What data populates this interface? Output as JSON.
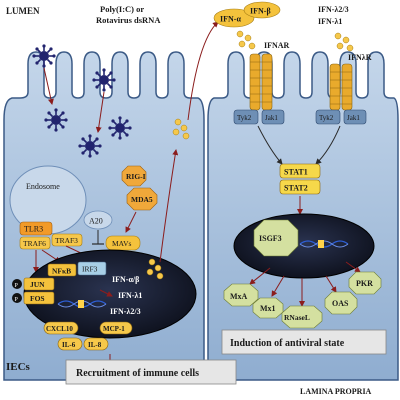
{
  "labels": {
    "lumen": "LUMEN",
    "lamina_propria": "LAMINA PROPRIA",
    "iecs": "IECs",
    "stimulus_line1": "Poly(I:C) or",
    "stimulus_line2": "Rotavirus dsRNA",
    "endosome": "Endosome",
    "tlr3": "TLR3",
    "traf3": "TRAF3",
    "traf6": "TRAF6",
    "nfkb": "NFκB",
    "irf3": "IRF3",
    "jun": "JUN",
    "fos": "FOS",
    "p1": "P",
    "p2": "P",
    "a20": "A20",
    "rig_i": "RIG-I",
    "mda5": "MDA5",
    "mavs": "MAVs",
    "ifn_ab": "IFN-α/β",
    "ifn_l1_nuc": "IFN-λ1",
    "ifn_l23_nuc": "IFN-λ2/3",
    "cxcl10": "CXCL10",
    "il6": "IL-6",
    "il8": "IL-8",
    "mcp1": "MCP-1",
    "ifn_alpha": "IFN-α",
    "ifn_beta": "IFN-β",
    "ifn_l23_ext": "IFN-λ2/3",
    "ifn_l1_ext": "IFN-λ1",
    "ifnar": "IFNAR",
    "ifnlr": "IFNλR",
    "tyk2_a": "Tyk2",
    "jak1_a": "Jak1",
    "tyk2_b": "Tyk2",
    "jak1_b": "Jak1",
    "stat1": "STAT1",
    "stat2": "STAT2",
    "isgf3": "ISGF3",
    "mxa": "MxA",
    "mx1": "Mx1",
    "rnasel": "RNaseL",
    "oas": "OAS",
    "pkr": "PKR",
    "antiviral": "Induction of antiviral state",
    "recruitment": "Recruitment of immune cells"
  },
  "colors": {
    "lumen_bg": "#ffffff",
    "cell_fill": "#a9c2dc",
    "cell_edge": "#3b5a86",
    "nucleus": "#0f1320",
    "virus": "#22246e",
    "tlr_box": "#f29a28",
    "traf_box": "#f6c74a",
    "irf_box": "#a8cfe6",
    "rig_octagon": "#f0a83a",
    "ifn_ellipse": "#f4c23c",
    "receptor": "#e9aa2c",
    "jak_box": "#6e8fb5",
    "stat_box": "#f6d84a",
    "isg_octagon": "#d4e0a0",
    "cytokine": "#f6c84a",
    "arrow": "#8b1d1d"
  }
}
